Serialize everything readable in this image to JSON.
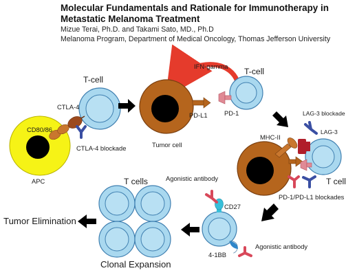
{
  "header": {
    "title_line1": "Molecular Fundamentals and Rationale for Immunotherapy in",
    "title_line2": "Metastatic Melanoma Treatment",
    "authors": "Mizue Terai, Ph.D. and Takami Sato, MD., Ph.D",
    "affiliation": "Melanoma Program, Department of Medical Oncology, Thomas Jefferson University"
  },
  "labels": {
    "tcell_1": "T-cell",
    "ctla4": "CTLA-4",
    "cd80_86": "CD80/86",
    "ctla4_blockade": "CTLA-4 blockade",
    "apc": "APC",
    "ifn_gamma": "IFN-gamma",
    "tcell_2": "T-cell",
    "pdl1": "PD-L1",
    "pd1": "PD-1",
    "tumor_cell": "Tumor cell",
    "lag3_blockade": "LAG-3 blockade",
    "lag3": "LAG-3",
    "mhc2": "MHC-II",
    "tcell_3": "T cell",
    "pd1_pdl1_blockades": "PD-1/PD-L1 blockades",
    "tcells_cluster": "T cells",
    "agonistic_antibody_top": "Agonistic antibody",
    "cd27": "CD27",
    "bb41": "4-1BB",
    "agonistic_antibody_bottom": "Agonistic antibody",
    "tumor_elimination": "Tumor Elimination",
    "clonal_expansion": "Clonal Expansion"
  },
  "colors": {
    "tcell_fill": "#a9d8ef",
    "tcell_stroke": "#3f7fb0",
    "nucleus": "#000000",
    "apc_fill": "#f6f316",
    "tumor_fill": "#b5651d",
    "tumor_stroke": "#7a3f10",
    "pd1_receptor": "#e08a95",
    "antibody_blue": "#3a4fa3",
    "antibody_red": "#d8485a",
    "lag3_red": "#b01e2a",
    "cd27_cyan": "#38bfd9",
    "ifn_arrow": "#e53b2c",
    "flow_arrow": "#000000"
  }
}
